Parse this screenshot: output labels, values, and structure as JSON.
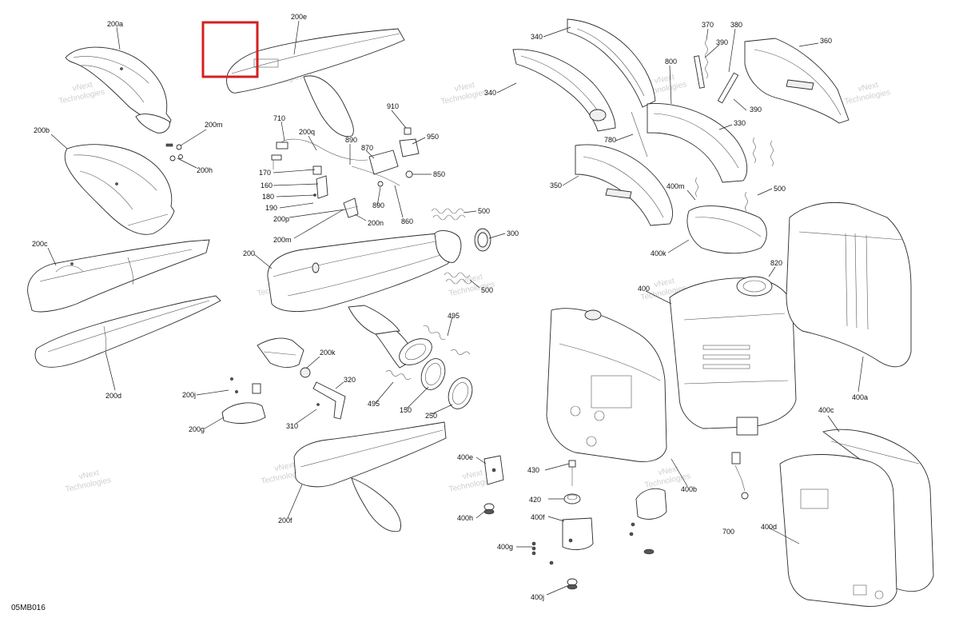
{
  "diagram_code": "05MB016",
  "watermark": {
    "line1": "vNext",
    "line2": "Technologies"
  },
  "highlight_color": "#d42020",
  "callouts": {
    "200a": "200a",
    "200e": "200e",
    "200m_a": "200m",
    "200h": "200h",
    "200b": "200b",
    "200c": "200c",
    "200d": "200d",
    "200q": "200q",
    "710": "710",
    "890_a": "890",
    "870": "870",
    "910": "910",
    "950": "950",
    "850": "850",
    "170": "170",
    "160": "160",
    "180": "180",
    "190": "190",
    "200p": "200p",
    "200n": "200n",
    "890_b": "890",
    "860": "860",
    "200m_b": "200m",
    "500_a": "500",
    "300": "300",
    "200": "200",
    "500_b": "500",
    "200k": "200k",
    "495_a": "495",
    "320": "320",
    "200j": "200j",
    "495_b": "495",
    "150": "150",
    "250": "250",
    "310": "310",
    "200g": "200g",
    "200f": "200f",
    "340_a": "340",
    "340_b": "340",
    "370": "370",
    "380": "380",
    "390_a": "390",
    "360": "360",
    "800": "800",
    "390_b": "390",
    "330": "330",
    "780": "780",
    "350": "350",
    "400m": "400m",
    "500_c": "500",
    "400k": "400k",
    "820": "820",
    "400": "400",
    "400a": "400a",
    "400c": "400c",
    "400b": "400b",
    "400e": "400e",
    "430": "430",
    "420": "420",
    "400h": "400h",
    "400f": "400f",
    "400g": "400g",
    "400d": "400d",
    "700": "700",
    "400j": "400j"
  }
}
